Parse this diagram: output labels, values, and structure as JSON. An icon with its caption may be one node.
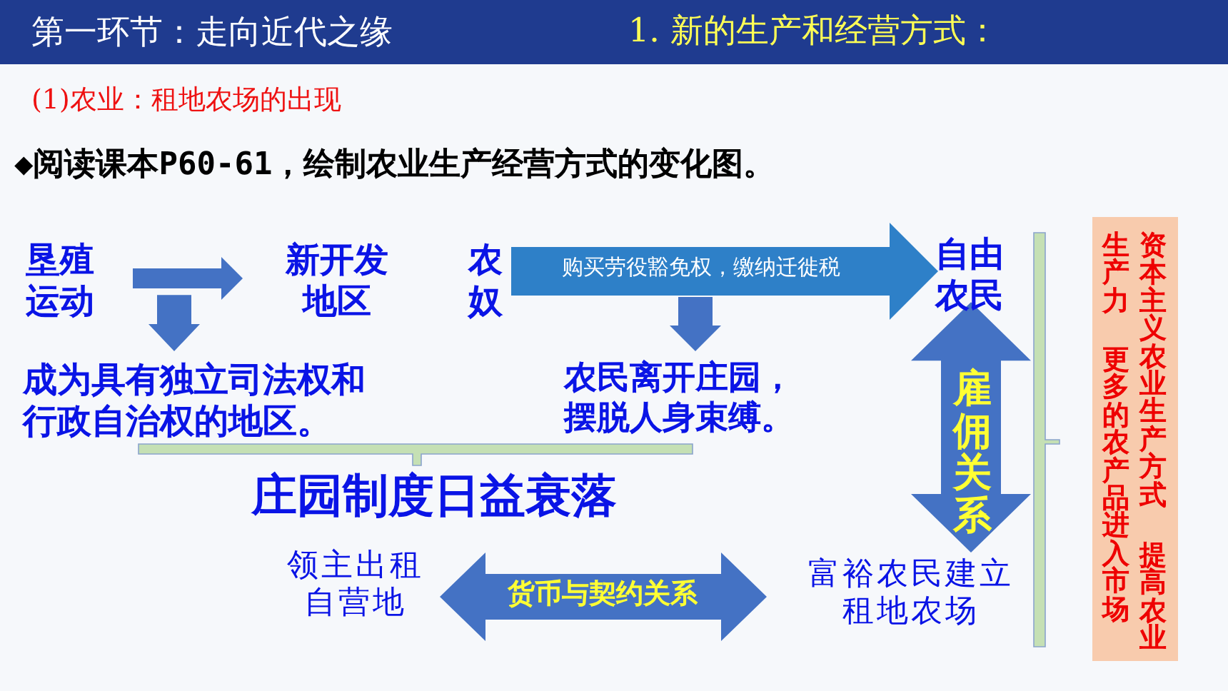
{
  "diagram": {
    "title": "第一环节：走向近代之缘",
    "nodes": [
      {
        "text": [
          "垦殖运动"
        ]
      },
      {
        "text": [
          "新开发地区"
        ]
      },
      {
        "text": [
          "成为具有独立司法权和行政自治权的地区。"
        ]
      },
      {
        "text": [
          "农奴"
        ]
      },
      {
        "text": [
          "自由农民"
        ]
      },
      {
        "text": [
          "农民离开庄园，摆脱人身束缚。"
        ]
      },
      {
        "text": [
          "庄园制度日益衰落"
        ]
      },
      {
        "text": [
          "领主出租自营地"
        ]
      },
      {
        "text": [
          "富裕农民建立租地农场"
        ]
      },
      {
        "text": [
          "资本主义农业生产方式",
          "提高农业",
          "生产力",
          "更多的农产品进入市场"
        ]
      }
    ],
    "edges": [
      {
        "from": 0,
        "to": 1,
        "arrow": "to"
      },
      {
        "from": 0,
        "to": 2,
        "arrow": "to"
      },
      {
        "from": 3,
        "to": 4,
        "arrow": "to",
        "label": "购买劳役豁免权，缴纳迁徙税",
        "color": "#2e80c8"
      },
      {
        "from": null,
        "to": 5,
        "arrow": "to"
      },
      {
        "from": 4,
        "to": 8,
        "arrow": "both",
        "label": "雇佣关系"
      },
      {
        "from": 7,
        "to": 8,
        "arrow": "both",
        "label": "货币与契约关系"
      }
    ],
    "labels": [
      "1. 新的生产和经营方式：",
      "(1)农业：租地农场的出现",
      "◆阅读课本P60-61，绘制农业生产经营方式的变化图。"
    ]
  }
}
